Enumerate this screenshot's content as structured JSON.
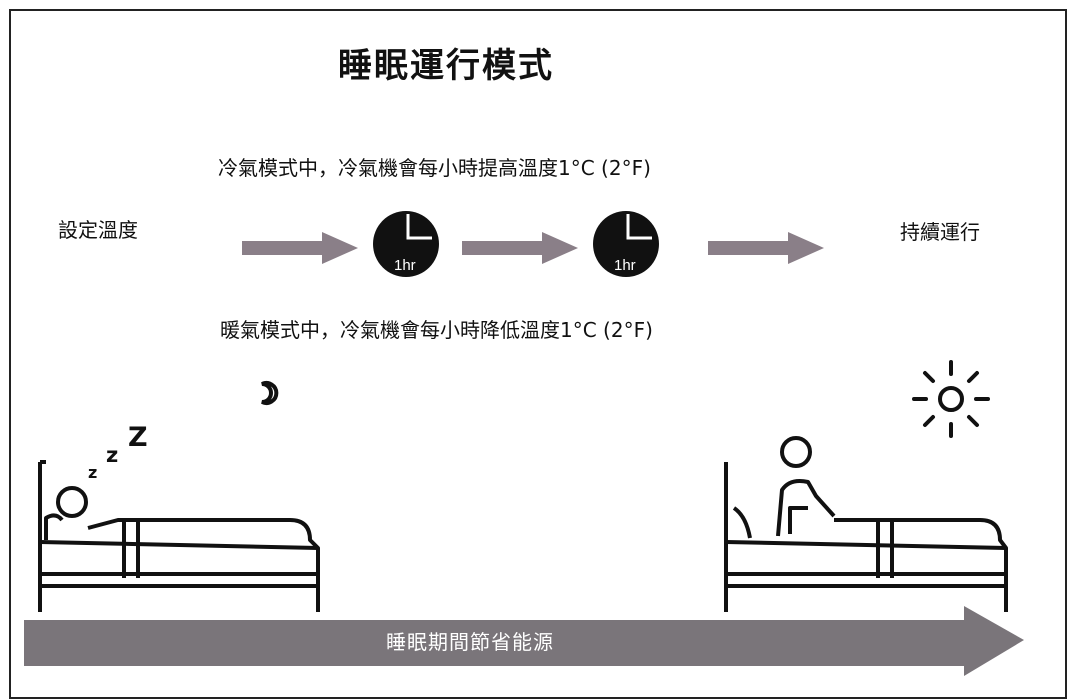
{
  "title": "睡眠運行模式",
  "cooling_text": "冷氣模式中，冷氣機會每小時提高溫度1°C (2°F)",
  "heating_text": "暖氣模式中，冷氣機會每小時降低溫度1°C (2°F)",
  "set_temp_label": "設定溫度",
  "continue_label": "持續運行",
  "clock_label": "1hr",
  "bar_label": "睡眠期間節省能源",
  "icons": [
    "arrow-icon",
    "clock-icon",
    "moon-icon",
    "sun-icon",
    "sleeping-person-icon",
    "waking-person-icon",
    "bed-icon"
  ],
  "colors": {
    "arrow": "#8a7f88",
    "bar": "#7a757a",
    "clock": "#111111"
  }
}
